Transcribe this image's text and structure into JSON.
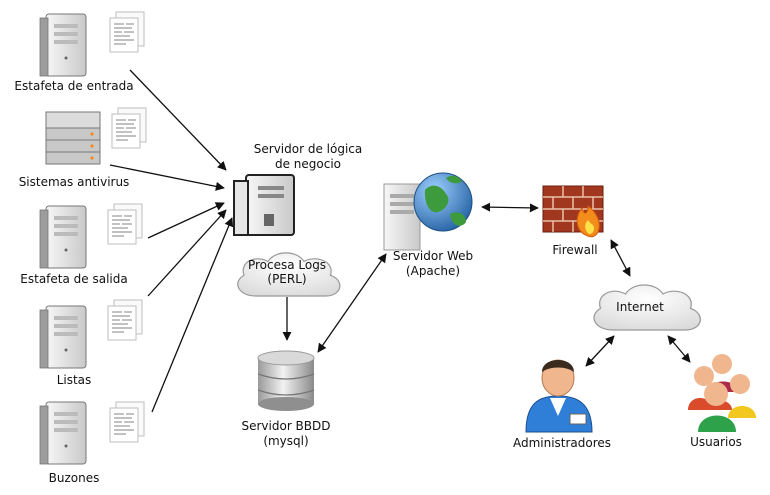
{
  "nodes": {
    "estafeta_entrada": "Estafeta de entrada",
    "sistemas_antivirus": "Sistemas antivirus",
    "estafeta_salida": "Estafeta de salida",
    "listas": "Listas",
    "buzones": "Buzones",
    "servidor_logica_line1": "Servidor de lógica",
    "servidor_logica_line2": "de negocio",
    "procesa_logs_line1": "Procesa Logs",
    "procesa_logs_line2": "(PERL)",
    "servidor_bbdd_line1": "Servidor BBDD",
    "servidor_bbdd_line2": "(mysql)",
    "servidor_web_line1": "Servidor Web",
    "servidor_web_line2": "(Apache)",
    "firewall": "Firewall",
    "internet": "Internet",
    "administradores": "Administradores",
    "usuarios": "Usuarios"
  },
  "icons": {
    "tower_server": "tower-server-icon",
    "rack_server": "rack-server-icon",
    "documents": "documents-icon",
    "database": "database-icon",
    "globe": "globe-icon",
    "firewall": "firewall-icon",
    "cloud": "cloud-icon",
    "admin": "admin-user-icon",
    "users": "users-group-icon"
  },
  "colors": {
    "line": "#111111",
    "server_body": "#e8e8e8",
    "globe_blue": "#2a6fb5",
    "globe_green": "#3d9b3d",
    "firewall_brick": "#a2371f",
    "flame": "#f28c1b",
    "cloud_fill": "#f2f2f2"
  }
}
